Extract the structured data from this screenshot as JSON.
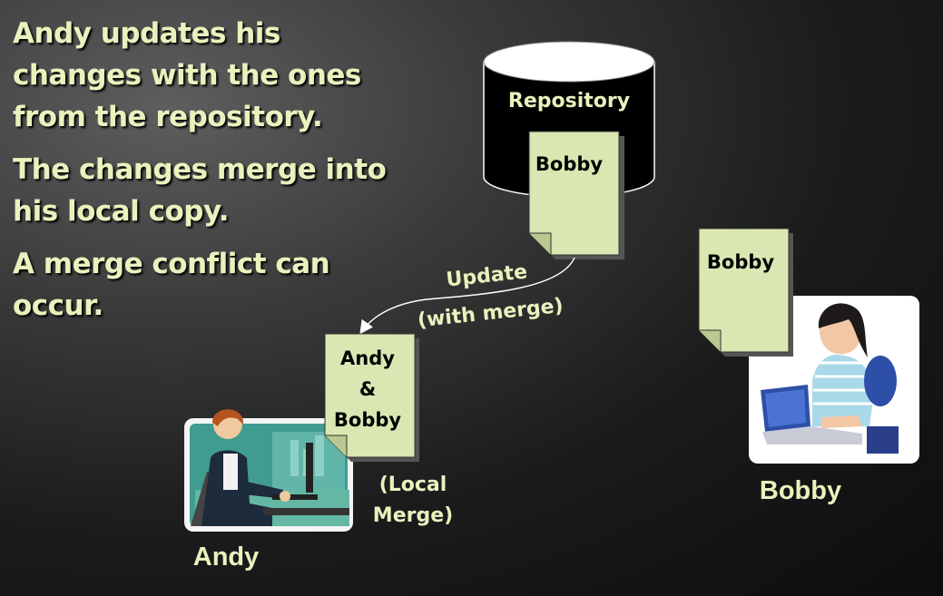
{
  "bullets": [
    "Andy updates his changes with the ones from the repository.",
    "The changes merge into his local copy.",
    "A merge conflict can occur."
  ],
  "repository": {
    "label": "Repository",
    "doc_label": "Bobby"
  },
  "update_arrow": {
    "line1": "Update",
    "line2": "(with merge)"
  },
  "andy_doc": {
    "line1": "Andy",
    "line2": "&",
    "line3": "Bobby"
  },
  "local_merge": {
    "line1": "(Local",
    "line2": "Merge)"
  },
  "bobby_doc": {
    "label": "Bobby"
  },
  "people": {
    "andy": "Andy",
    "bobby": "Bobby"
  },
  "colors": {
    "text": "#e8f2bd",
    "document": "#d9e8b2",
    "cylinder": "#000000"
  }
}
